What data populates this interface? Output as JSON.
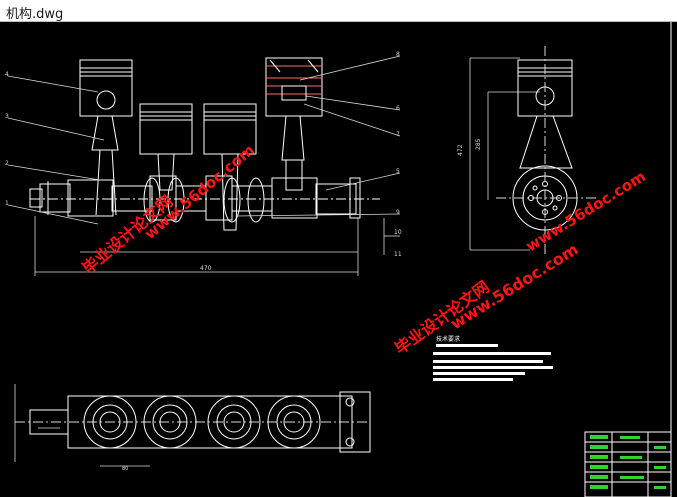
{
  "window": {
    "title": "机构.dwg"
  },
  "colors": {
    "background": "#000000",
    "line": "#ffffff",
    "dim": "#d9d9d9",
    "title_block": "#2fd52f",
    "watermark": "#ff1414",
    "titlebar_bg": "#ffffff"
  },
  "drawing": {
    "tech_req_title": "技术要求",
    "balloons": [
      "4",
      "3",
      "2",
      "1",
      "8",
      "6",
      "7",
      "5",
      "9"
    ],
    "dims": {
      "overall_width": "470",
      "right_height": "472",
      "right_width": "285",
      "side_10": "10",
      "side_11": "11",
      "bottom_small": "80"
    }
  },
  "watermarks": [
    {
      "text": "www.56doc.com"
    },
    {
      "text": "毕业设计论文网"
    },
    {
      "text": "www.56doc.com"
    },
    {
      "text": "毕业设计论文网"
    },
    {
      "text": "www.56doc.com"
    }
  ]
}
